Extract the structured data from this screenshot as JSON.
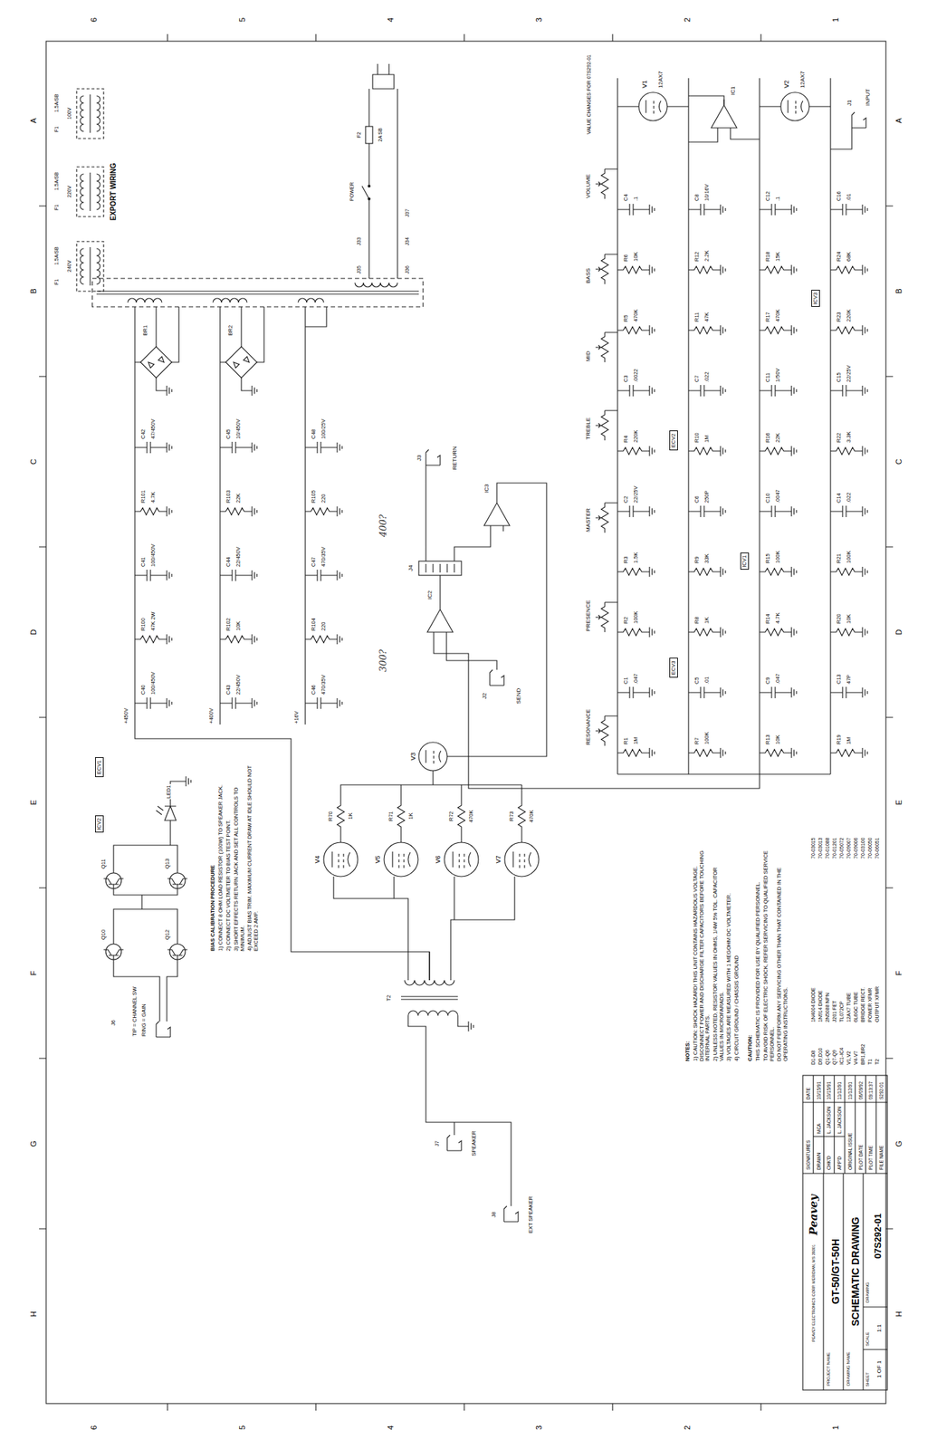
{
  "diagram": {
    "nodes": [
      {
        "text": [
          "ICV2"
        ]
      },
      {
        "text": [
          "ECV1"
        ]
      },
      {
        "text": [
          "ECV2"
        ]
      },
      {
        "text": [
          "ICV1"
        ]
      },
      {
        "text": [
          "ICV3"
        ]
      },
      {
        "text": [
          "ECV3"
        ]
      }
    ],
    "labels": [
      "A",
      "B",
      "C",
      "D",
      "E",
      "F",
      "G",
      "H",
      "A",
      "B",
      "C",
      "D",
      "E",
      "F",
      "G",
      "H",
      "1",
      "2",
      "3",
      "4",
      "5",
      "6",
      "1",
      "2",
      "3",
      "4",
      "5",
      "6",
      "EXPORT WIRING",
      "100V",
      "220V",
      "240V",
      "F1",
      "F1",
      "F1",
      "1.5A/SB",
      "1.5A/SB",
      "1.5A/SB",
      "F2",
      "2A SB",
      "POWER",
      "J33",
      "J34",
      "J35",
      "J36",
      "J37",
      "VALUE CHANGES FOR 07S292-01",
      "VOLUME",
      "BASS",
      "MID",
      "TREBLE",
      "MASTER",
      "PRESENCE",
      "RESONANCE",
      "R1",
      "1M",
      "C1",
      ".047",
      "R2",
      "100K",
      "R3",
      "1.5K",
      "C2",
      "22/25V",
      "R4",
      "220K",
      "C3",
      ".0022",
      "R5",
      "470K",
      "R6",
      "10K",
      "C4",
      ".1",
      "R7",
      "100K",
      "C5",
      ".01",
      "R8",
      "1K",
      "R9",
      "33K",
      "C6",
      "250P",
      "R10",
      "1M",
      "C7",
      ".022",
      "R11",
      "47K",
      "R12",
      "2.2K",
      "C8",
      "10/16V",
      "R13",
      "10K",
      "C9",
      ".047",
      "R14",
      "4.7K",
      "R15",
      "100K",
      "C10",
      ".0047",
      "R16",
      "22K",
      "C11",
      "1/50V",
      "R17",
      "470K",
      "R18",
      "15K",
      "C12",
      ".1",
      "R19",
      "1M",
      "C13",
      "47P",
      "R20",
      "10K",
      "R21",
      "100K",
      "C14",
      ".022",
      "R22",
      "3.3K",
      "C15",
      "22/25V",
      "R23",
      "220K",
      "R24",
      "68K",
      "C16",
      ".01",
      "V1",
      "12AX7",
      "V2",
      "12AX7",
      "IC1",
      "J1",
      "INPUT",
      "SEND",
      "J2",
      "RETURN",
      "J3",
      "IC2",
      "IC3",
      "J4",
      "400?",
      "300?",
      "+450V",
      "+400V",
      "+16V",
      "C40",
      "100/450V",
      "R100",
      "47K 2W",
      "C41",
      "100/450V",
      "R101",
      "4.7K",
      "C42",
      "47/450V",
      "C43",
      "22/450V",
      "R102",
      "10K",
      "C44",
      "22/450V",
      "R103",
      "22K",
      "C45",
      "10/450V",
      "C46",
      "470/35V",
      "R104",
      "220",
      "C47",
      "470/35V",
      "R105",
      "220",
      "C48",
      "100/25V",
      "BR1",
      "BR2",
      "TIP = CHANNEL SW",
      "RING = GAIN",
      "J6",
      "Q10",
      "Q11",
      "Q12",
      "Q13",
      "LED1",
      "BIAS CALIBRATION PROCEDURE",
      "1) CONNECT 8 OHM LOAD RESISTOR (100W) TO SPEAKER JACK.",
      "2) CONNECT DC VOLTMETER TO BIAS TEST POINT.",
      "3) SHORT EFFECTS RETURN JACK AND SET ALL CONTROLS TO MINIMUM.",
      "4) ADJUST BIAS TRIM. MAXIMUM CURRENT DRAW AT IDLE SHOULD NOT EXCEED 2 AMP.",
      "V4",
      "V5",
      "V6",
      "V7",
      "V3",
      "T2",
      "SPEAKER",
      "J7",
      "EXT SPEAKER",
      "J8",
      "R70",
      "1K",
      "R71",
      "1K",
      "R72",
      "470K",
      "R73",
      "470K",
      "NOTES:",
      "1) CAUTION: SHOCK HAZARD! THIS UNIT CONTAINS HAZARDOUS VOLTAGE. DISCONNECT POWER AND DISCHARGE FILTER CAPACITORS BEFORE TOUCHING INTERNAL PARTS.",
      "2) UNLESS NOTED, RESISTOR VALUES IN OHMS, 1/4W 5% TOL. CAPACITOR VALUES IN MICROFARADS.",
      "3) VOLTAGES ARE MEASURED WITH 1 MEGOHM DC VOLTMETER.",
      "4) CIRCUIT GROUND / CHASSIS GROUND",
      "CAUTION:",
      "THIS SCHEMATIC IS PROVIDED FOR USE BY QUALIFIED PERSONNEL.",
      "TO AVOID RISK OF ELECTRIC SHOCK, REFER SERVICING TO QUALIFIED SERVICE PERSONNEL.",
      "DO NOT PERFORM ANY SERVICING OTHER THAN THAT CONTAINED IN THE OPERATING INSTRUCTIONS.",
      "D1-D8",
      "1N4004 DIODE",
      "70-03015",
      "D9,D10",
      "1N914 DIODE",
      "70-03013",
      "Q1-Q6",
      "2N5088 NPN",
      "70-01088",
      "Q7-Q9",
      "J201 FET",
      "70-01201",
      "IC1-IC4",
      "TL072CP",
      "70-05072",
      "V1,V2",
      "12AX7 TUBE",
      "70-09007",
      "V4-V7",
      "6L6GC TUBE",
      "70-09006",
      "BR1,BR2",
      "BRIDGE RECT.",
      "70-03100",
      "T1",
      "POWER XFMR",
      "70-06050",
      "T2",
      "OUTPUT XFMR",
      "70-06051",
      "SIGNATURES",
      "DATE",
      "DRAWN",
      "MCA",
      "10/15/91",
      "CHK'D",
      "L. JACKSON",
      "10/15/91",
      "APP'D",
      "L. JACKSON",
      "11/12/91",
      "ORIGINAL ISSUE",
      "11/12/91",
      "PLOT DATE",
      "06/09/92",
      "PLOT TIME",
      "09:13:37",
      "FILE NAME",
      "S292-01",
      "Peavey",
      "PEAVEY ELECTRONICS CORP. MERIDIAN, MS 39301",
      "PROJECT NAME",
      "GT-50/GT-50H",
      "DRAWING NAME",
      "SCHEMATIC DRAWING",
      "DRAWING",
      "07S292-01",
      "SCALE",
      "1:1",
      "SHEET",
      "1 OF 1"
    ]
  }
}
